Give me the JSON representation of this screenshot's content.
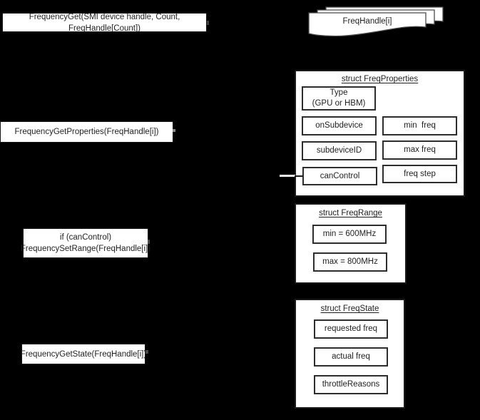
{
  "colors": {
    "background": "#000000",
    "box_fill": "#ffffff",
    "box_border": "#1a1a1a",
    "field_border": "#2d2d2d",
    "doc_border": "#4a4a4a",
    "stub_white": "#f2f2f2",
    "stub_dark": "#1b1b1b"
  },
  "calls": {
    "frequency_get": "FrequencyGet(SMI device handle, Count, FreqHandle[Count])",
    "get_properties": "FrequencyGetProperties(FreqHandle[i])",
    "if_can_control_line1": "if (canControl)",
    "if_can_control_line2": "FrequencySetRange(FreqHandle[i])",
    "get_state": "FrequencyGetState(FreqHandle[i])"
  },
  "handles_stack": {
    "label": "FreqHandle[i]"
  },
  "structs": {
    "freq_properties": {
      "title": "struct FreqProperties",
      "type_field_line1": "Type",
      "type_field_line2": "(GPU or HBM)",
      "left_fields": [
        "onSubdevice",
        "subdeviceID",
        "canControl"
      ],
      "right_fields": [
        "min  freq",
        "max freq",
        "freq step"
      ]
    },
    "freq_range": {
      "title": "struct FreqRange",
      "fields": [
        "min = 600MHz",
        "max = 800MHz"
      ]
    },
    "freq_state": {
      "title": "struct FreqState",
      "fields": [
        "requested freq",
        "actual freq",
        "throttleReasons"
      ]
    }
  }
}
